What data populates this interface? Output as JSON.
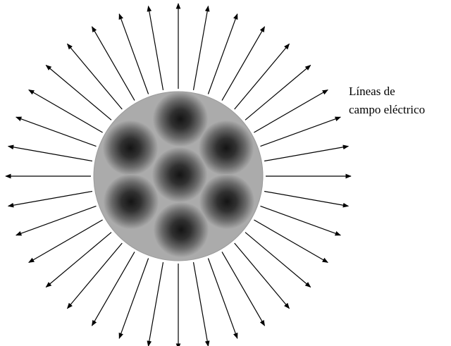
{
  "label": {
    "line1": "Líneas de",
    "line2": "campo eléctrico"
  },
  "colors": {
    "sphere_fill": "#ababab",
    "sphere_stroke": "#9a9a9a",
    "core_dark": "#141414",
    "core_mid": "#5c5c5c",
    "core_edge": "#a9a9a9",
    "arrow": "#000000"
  },
  "field_lines": {
    "count": 36,
    "direction": "outward"
  },
  "charge_cores": {
    "count": 7,
    "arrangement": "hexagonal"
  }
}
